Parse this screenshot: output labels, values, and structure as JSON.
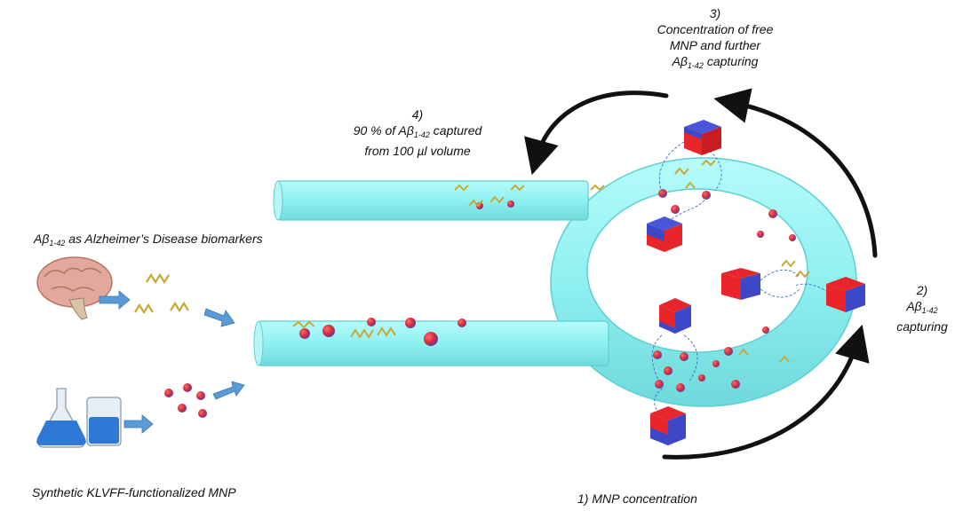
{
  "labels": {
    "step3_num": "3)",
    "step3_line1": "Concentration of free",
    "step3_line2": "MNP and further",
    "step3_line3_pre": "Aβ",
    "step3_line3_sub": "1-42",
    "step3_line3_post": " capturing",
    "step4_num": "4)",
    "step4_line1_pre": "90 % of Aβ",
    "step4_line1_sub": "1-42",
    "step4_line1_post": " captured",
    "step4_line2": "from 100 µl volume",
    "biomarker_pre": "Aβ",
    "biomarker_sub": "1-42",
    "biomarker_post": " as Alzheimer’s Disease biomarkers",
    "step2_num": "2)",
    "step2_line1_pre": "Aβ",
    "step2_line1_sub": "1-42",
    "step2_line2": "capturing",
    "mnp_label": "Synthetic KLVFF-functionalized MNP",
    "step1": "1) MNP concentration"
  },
  "colors": {
    "channel": "#8ff0f0",
    "channel_edge": "#5ccfd2",
    "magnet_red": "#e8252a",
    "magnet_blue": "#3d48c8",
    "arrow": "#111111",
    "flow_arrow": "#5b9bd5",
    "protein": "#c8a935"
  }
}
